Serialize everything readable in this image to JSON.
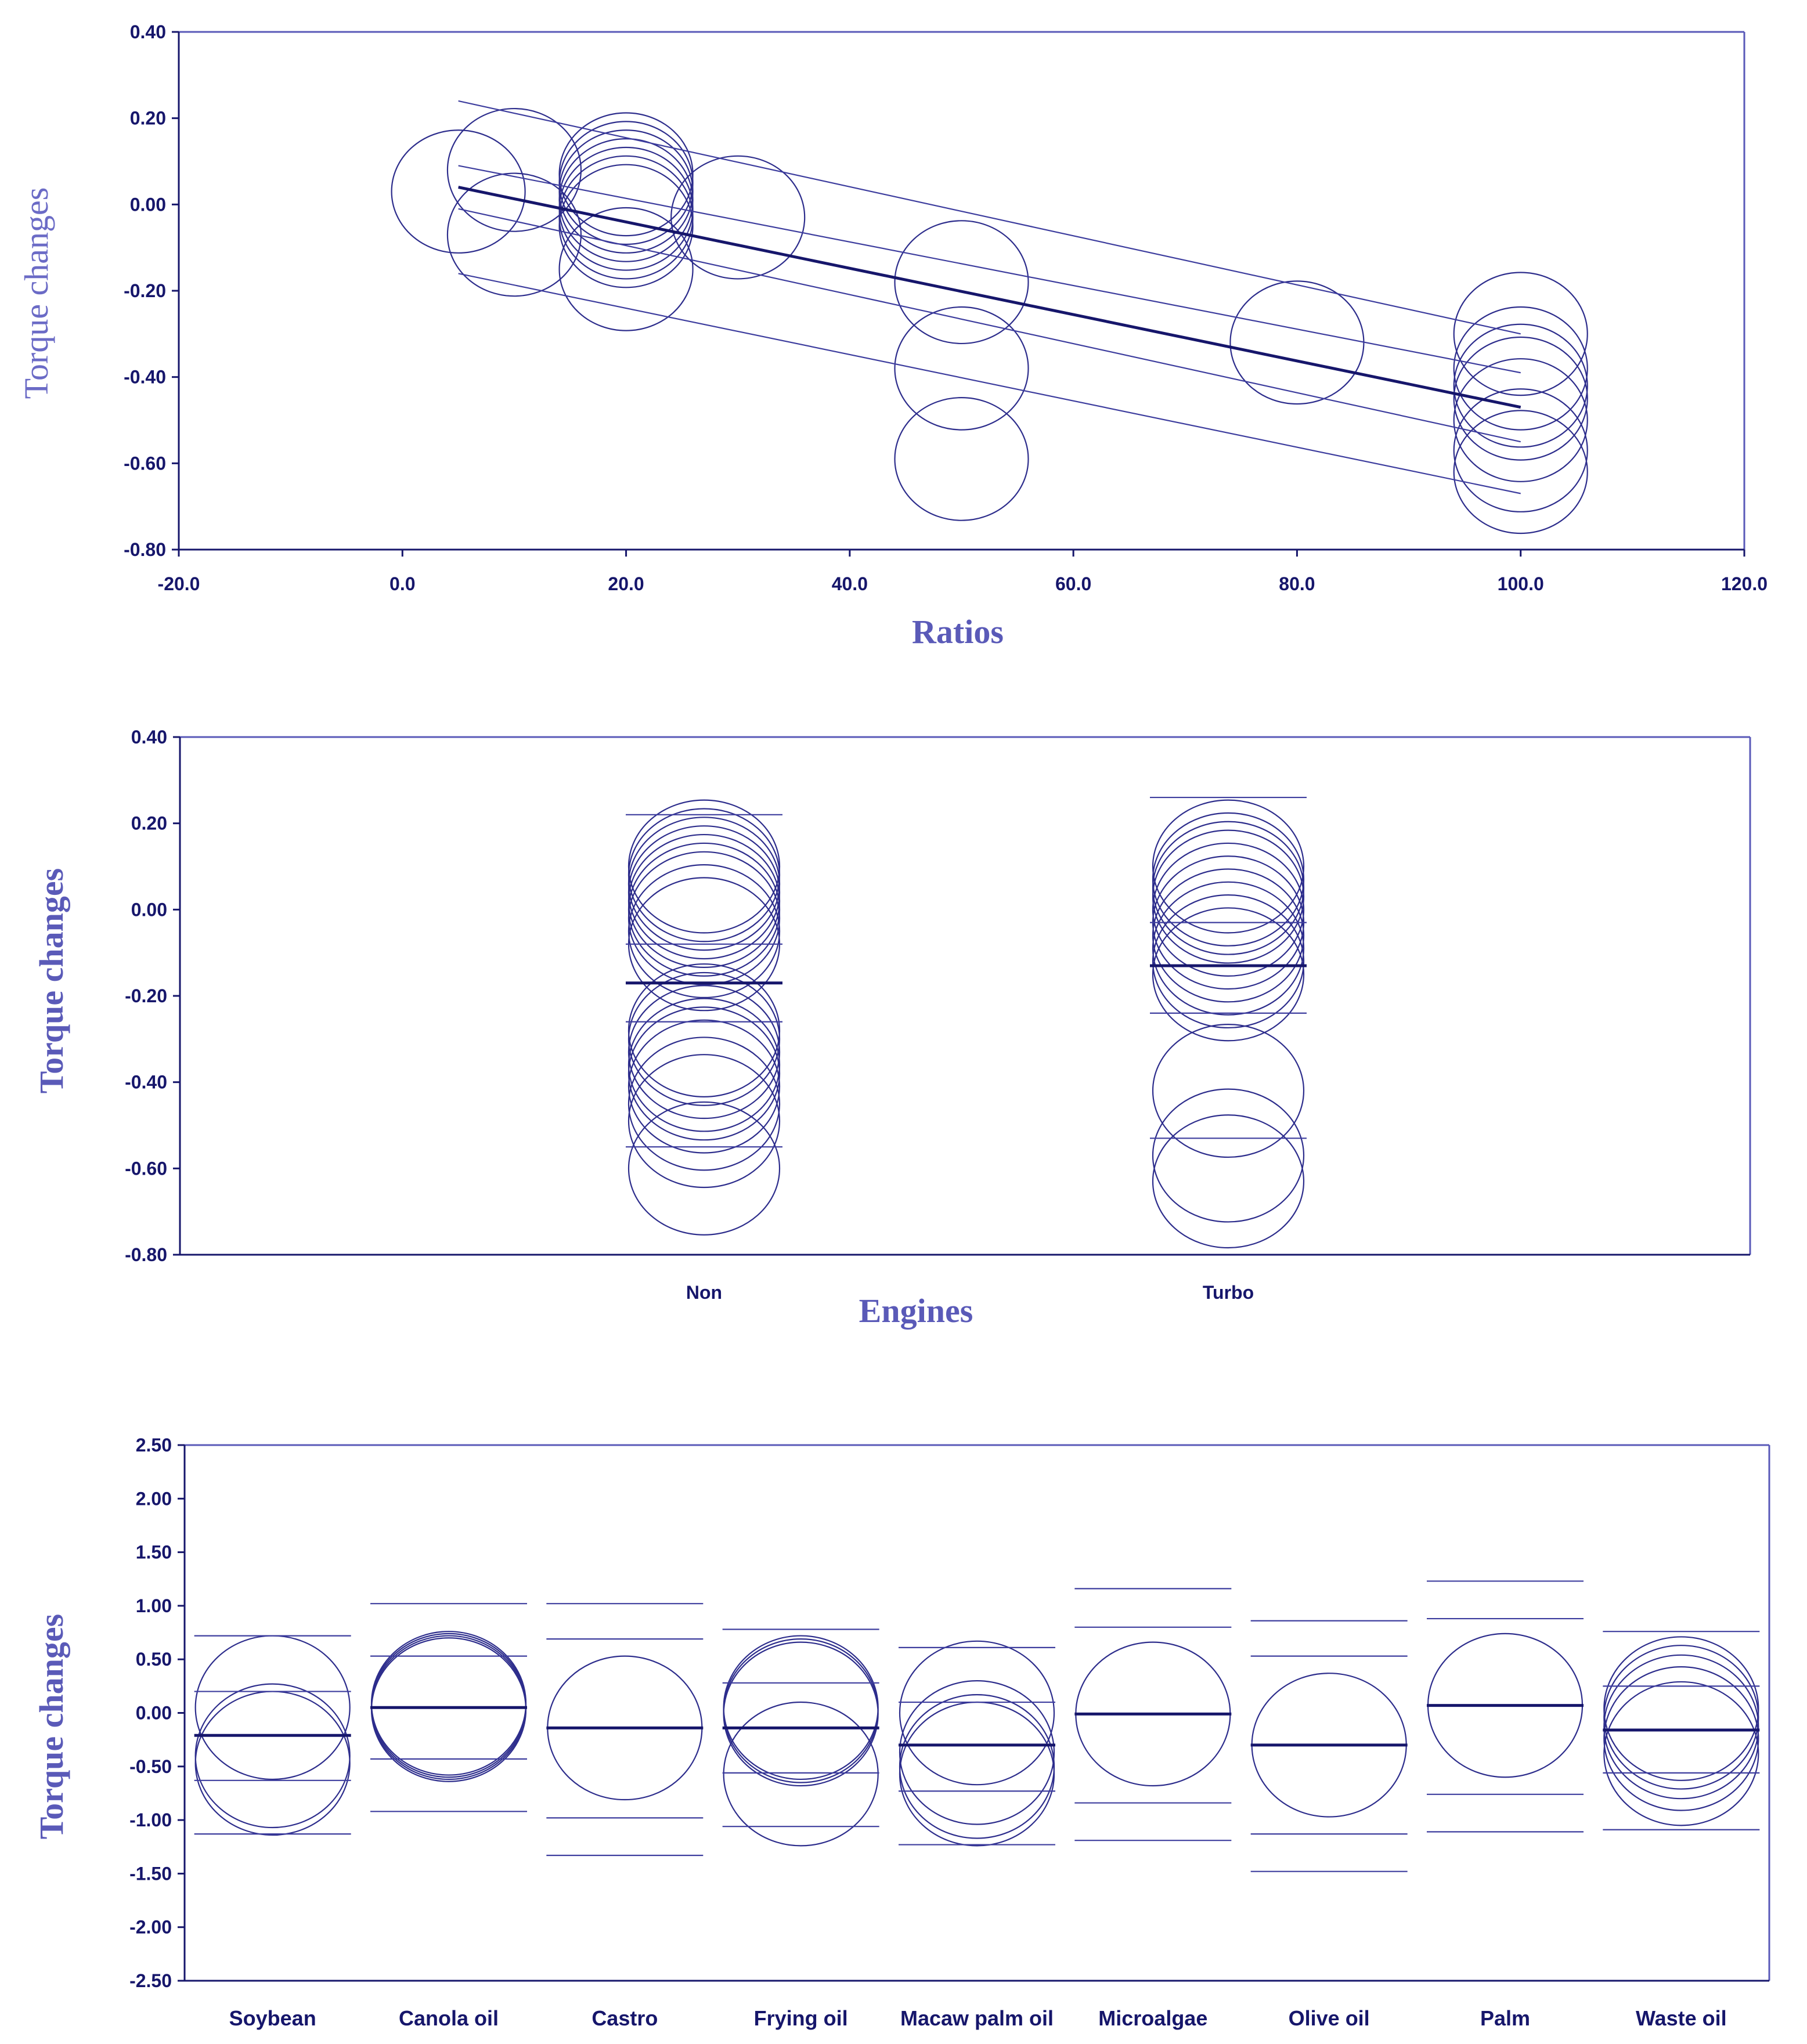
{
  "colors": {
    "marks": "#2d2d8c",
    "axis": "#16166b",
    "frame": "#5959b8",
    "title": "#5a5ab8"
  },
  "chart_data": [
    {
      "type": "scatter",
      "title": "",
      "xlabel": "Ratios",
      "ylabel": "Torque changes",
      "xlim": [
        -20,
        120
      ],
      "ylim": [
        -0.8,
        0.4
      ],
      "xticks": [
        "-20.0",
        "0.0",
        "20.0",
        "40.0",
        "60.0",
        "80.0",
        "100.0",
        "120.0"
      ],
      "yticks": [
        "0.40",
        "0.20",
        "0.00",
        "-0.20",
        "-0.40",
        "-0.60",
        "-0.80"
      ],
      "marker": "circle",
      "points": [
        {
          "x": 5,
          "y": 0.03
        },
        {
          "x": 10,
          "y": 0.08
        },
        {
          "x": 10,
          "y": -0.07
        },
        {
          "x": 20,
          "y": 0.07
        },
        {
          "x": 20,
          "y": 0.05
        },
        {
          "x": 20,
          "y": 0.03
        },
        {
          "x": 20,
          "y": 0.01
        },
        {
          "x": 20,
          "y": -0.01
        },
        {
          "x": 20,
          "y": -0.03
        },
        {
          "x": 20,
          "y": -0.05
        },
        {
          "x": 20,
          "y": -0.15
        },
        {
          "x": 30,
          "y": -0.03
        },
        {
          "x": 50,
          "y": -0.18
        },
        {
          "x": 50,
          "y": -0.38
        },
        {
          "x": 50,
          "y": -0.59
        },
        {
          "x": 80,
          "y": -0.32
        },
        {
          "x": 100,
          "y": -0.3
        },
        {
          "x": 100,
          "y": -0.38
        },
        {
          "x": 100,
          "y": -0.42
        },
        {
          "x": 100,
          "y": -0.45
        },
        {
          "x": 100,
          "y": -0.5
        },
        {
          "x": 100,
          "y": -0.57
        },
        {
          "x": 100,
          "y": -0.62
        }
      ],
      "fit_line": {
        "x": [
          5,
          100
        ],
        "y": [
          0.04,
          -0.47
        ]
      },
      "bands": [
        {
          "x": [
            5,
            100
          ],
          "y": [
            0.24,
            -0.3
          ]
        },
        {
          "x": [
            5,
            100
          ],
          "y": [
            0.09,
            -0.39
          ]
        },
        {
          "x": [
            5,
            100
          ],
          "y": [
            -0.01,
            -0.55
          ]
        },
        {
          "x": [
            5,
            100
          ],
          "y": [
            -0.16,
            -0.67
          ]
        }
      ]
    },
    {
      "type": "scatter",
      "title": "",
      "xlabel": "Engines",
      "ylabel": "Torque changes",
      "categories": [
        "Non",
        "Turbo"
      ],
      "ylim": [
        -0.8,
        0.4
      ],
      "yticks": [
        "0.40",
        "0.20",
        "0.00",
        "-0.20",
        "-0.40",
        "-0.60",
        "-0.80"
      ],
      "marker": "circle",
      "groups": [
        {
          "category": "Non",
          "points": [
            0.1,
            0.08,
            0.06,
            0.04,
            0.02,
            0.0,
            -0.02,
            -0.05,
            -0.08,
            -0.28,
            -0.3,
            -0.33,
            -0.36,
            -0.38,
            -0.41,
            -0.45,
            -0.49,
            -0.6
          ],
          "mean": -0.17,
          "lines": [
            0.22,
            -0.08,
            -0.26,
            -0.55
          ]
        },
        {
          "category": "Turbo",
          "points": [
            0.1,
            0.07,
            0.05,
            0.03,
            0.0,
            -0.03,
            -0.06,
            -0.09,
            -0.12,
            -0.15,
            -0.42,
            -0.57,
            -0.63
          ],
          "mean": -0.13,
          "lines": [
            0.26,
            -0.03,
            -0.24,
            -0.53
          ]
        }
      ]
    },
    {
      "type": "scatter",
      "title": "",
      "xlabel": "",
      "ylabel": "Torque changes",
      "categories": [
        "Soybean",
        "Canola oil",
        "Castro",
        "Frying oil",
        "Macaw palm oil",
        "Microalgae",
        "Olive oil",
        "Palm",
        "Waste oil"
      ],
      "ylim": [
        -2.5,
        2.5
      ],
      "yticks": [
        "2.50",
        "2.00",
        "1.50",
        "1.00",
        "0.50",
        "0.00",
        "-0.50",
        "-1.00",
        "-1.50",
        "-2.00",
        "-2.50"
      ],
      "marker": "circle",
      "groups": [
        {
          "category": "Soybean",
          "points": [
            0.05,
            -0.4,
            -0.47
          ],
          "mean": -0.21,
          "lines": [
            0.72,
            0.2,
            -0.63,
            -1.13
          ]
        },
        {
          "category": "Canola oil",
          "points": [
            0.09,
            0.07,
            0.05,
            0.03
          ],
          "mean": 0.05,
          "lines": [
            1.02,
            0.53,
            -0.43,
            -0.92
          ]
        },
        {
          "category": "Castro",
          "points": [
            -0.14
          ],
          "mean": -0.14,
          "lines": [
            1.02,
            0.69,
            -0.98,
            -1.33
          ]
        },
        {
          "category": "Frying oil",
          "points": [
            0.05,
            0.02,
            -0.01,
            -0.57
          ],
          "mean": -0.14,
          "lines": [
            0.78,
            0.28,
            -0.56,
            -1.06
          ]
        },
        {
          "category": "Macaw palm oil",
          "points": [
            0.0,
            -0.37,
            -0.5,
            -0.57
          ],
          "mean": -0.3,
          "lines": [
            0.61,
            0.1,
            -0.73,
            -1.23
          ]
        },
        {
          "category": "Microalgae",
          "points": [
            -0.01
          ],
          "mean": -0.01,
          "lines": [
            1.16,
            0.8,
            -0.84,
            -1.19
          ]
        },
        {
          "category": "Olive oil",
          "points": [
            -0.3
          ],
          "mean": -0.3,
          "lines": [
            0.86,
            0.53,
            -1.13,
            -1.48
          ]
        },
        {
          "category": "Palm",
          "points": [
            0.07
          ],
          "mean": 0.07,
          "lines": [
            1.23,
            0.88,
            -0.76,
            -1.11
          ]
        },
        {
          "category": "Waste oil",
          "points": [
            0.04,
            -0.04,
            -0.13,
            -0.24,
            -0.38
          ],
          "mean": -0.16,
          "lines": [
            0.76,
            0.25,
            -0.56,
            -1.09
          ]
        }
      ]
    }
  ]
}
